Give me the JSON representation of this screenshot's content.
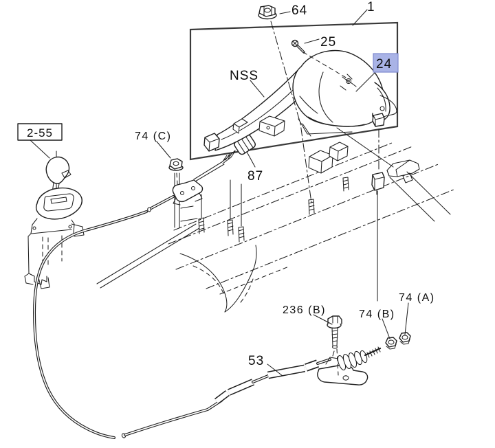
{
  "colors": {
    "background": "#ffffff",
    "line": "#1f1f1f",
    "box_border": "#3a3a3a",
    "highlight_bg": "#a9b3e6",
    "highlight_border": "#7d88cf",
    "label_text": "#0d0d0d"
  },
  "callouts": {
    "c64": "64",
    "c1": "1",
    "c25": "25",
    "nss": "NSS",
    "c24": "24",
    "ref255": "2-55",
    "c74c": "74 (C)",
    "c87": "87",
    "c236b": "236 (B)",
    "c74b": "74 (B)",
    "c74a": "74 (A)",
    "c53": "53"
  }
}
